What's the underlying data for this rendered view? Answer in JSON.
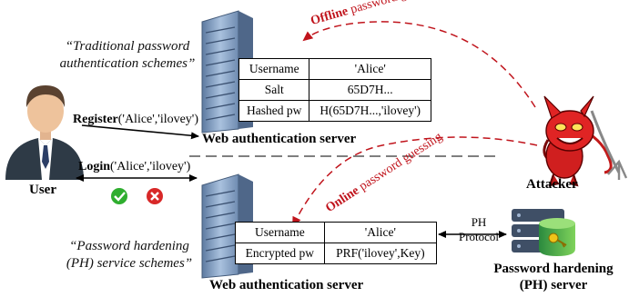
{
  "top": {
    "quote_line1": "“Traditional password",
    "quote_line2": "authentication schemes”",
    "table": {
      "header": [
        "Username",
        "'Alice'"
      ],
      "rows": [
        [
          "Salt",
          "65D7H..."
        ],
        [
          "Hashed pw",
          "H(65D7H...,'ilovey')"
        ]
      ]
    },
    "server_label": "Web authentication server"
  },
  "bottom": {
    "quote_line1": "“Password hardening",
    "quote_line2": "(PH) service schemes”",
    "table": {
      "header": [
        "Username",
        "'Alice'"
      ],
      "rows": [
        [
          "Encrypted pw",
          "PRF('ilovey',Key)"
        ]
      ]
    },
    "server_label": "Web authentication server",
    "ph_protocol_line1": "PH",
    "ph_protocol_line2": "Protocol",
    "ph_server_line1": "Password hardening",
    "ph_server_line2": "(PH) server"
  },
  "user": {
    "label": "User",
    "register_bold": "Register",
    "register_args": "('Alice','ilovey')",
    "login_bold": "Login",
    "login_args": "('Alice','ilovey')"
  },
  "attacker": {
    "label": "Attacker",
    "offline_bold": "Offline",
    "offline_rest": " password guessing",
    "online_bold": "Online",
    "online_rest": " password guessing"
  },
  "colors": {
    "attack_red": "#c0141c",
    "server_blue": "#8aa5c6",
    "check_green": "#2fae2f",
    "cross_red": "#d82828"
  }
}
